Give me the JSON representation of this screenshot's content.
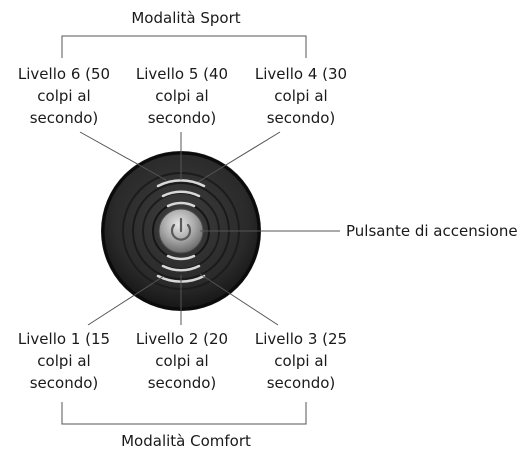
{
  "sport_mode": {
    "title": "Modalità Sport"
  },
  "comfort_mode": {
    "title": "Modalità Comfort"
  },
  "power_button": {
    "label": "Pulsante di accensione"
  },
  "levels": {
    "l6": {
      "line1": "Livello 6 (50",
      "line2": "colpi al",
      "line3": "secondo)"
    },
    "l5": {
      "line1": "Livello 5 (40",
      "line2": "colpi al",
      "line3": "secondo)"
    },
    "l4": {
      "line1": "Livello 4 (30",
      "line2": "colpi al",
      "line3": "secondo)"
    },
    "l1": {
      "line1": "Livello 1 (15",
      "line2": "colpi al",
      "line3": "secondo)"
    },
    "l2": {
      "line1": "Livello 2 (20",
      "line2": "colpi al",
      "line3": "secondo)"
    },
    "l3": {
      "line1": "Livello 3 (25",
      "line2": "colpi al",
      "line3": "secondo)"
    }
  }
}
